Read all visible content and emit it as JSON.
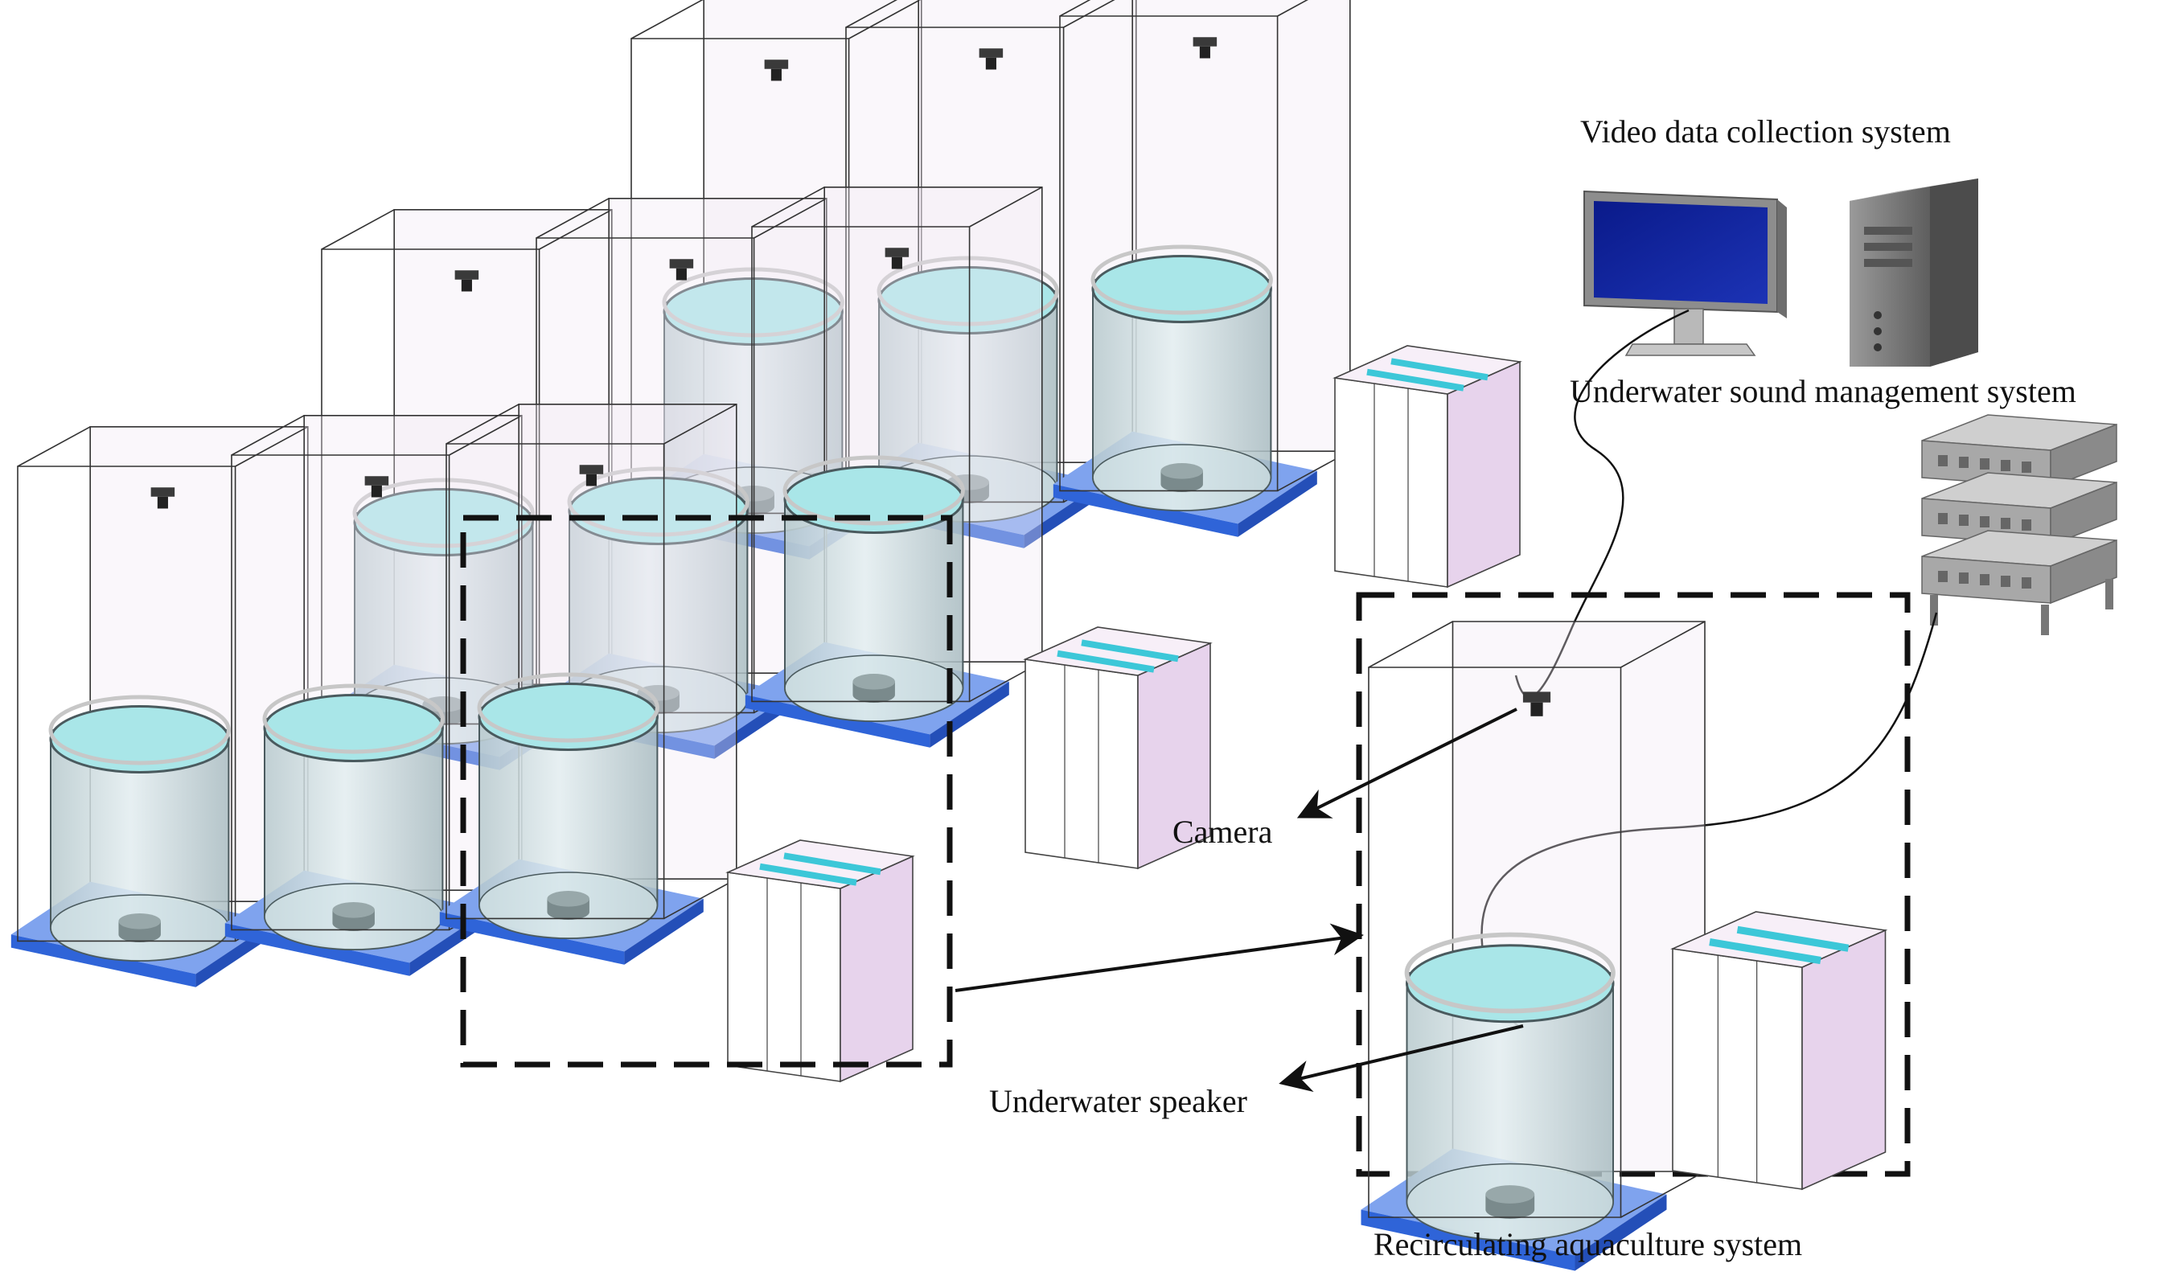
{
  "labels": {
    "video_system": "Video data collection system",
    "sound_system": "Underwater sound management system",
    "camera": "Camera",
    "speaker": "Underwater speaker",
    "ras": "Recirculating aquaculture system"
  },
  "colors": {
    "water_top": "#a9e6e8",
    "tank_body": "#c9d9dc",
    "tank_rim": "#4a5a5e",
    "base": "#2f64d8",
    "base_light": "#7fa3ee",
    "box_tint": "#f2e7f3",
    "filter_tint": "#e7d3ec",
    "filter_accent": "#3cc7d8",
    "monitor_screen": "#0d1f96",
    "monitor_frame": "#9a9a9a",
    "pc_case": "#8a8a8a",
    "rack": "#a8a8a8",
    "camera": "#3a3a3a"
  },
  "icons": {
    "monitor": "monitor-icon",
    "pc": "computer-tower-icon",
    "rack": "sound-rack-icon",
    "camera": "camera-icon",
    "speaker": "speaker-icon"
  }
}
